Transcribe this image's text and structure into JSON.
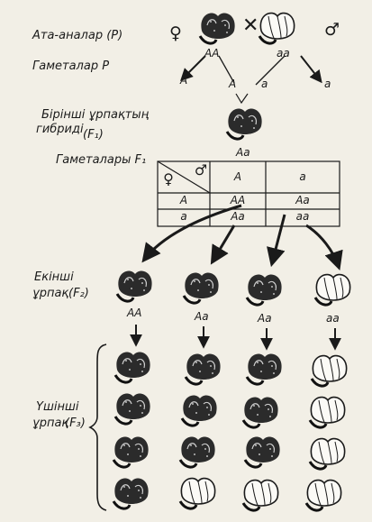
{
  "labels": {
    "parents": "Ата-аналар (Р)",
    "gametes_p": "Гаметалар Р",
    "f1_line1": "Бірінші ұрпақтың",
    "f1_line2": "гибриді",
    "f1_tag": "(F₁)",
    "gametes_f1": "Гаметалары F₁",
    "f2_line1": "Екінші",
    "f2_line2": "ұрпақ",
    "f2_tag": "(F₂)",
    "f3_line1": "Үшінші",
    "f3_line2": "ұрпақ",
    "f3_tag": "(F₃)"
  },
  "symbols": {
    "female": "♀",
    "male": "♂",
    "cross": "✕"
  },
  "parents": {
    "left_genotype": "АА",
    "right_genotype": "аа"
  },
  "gametes_p": {
    "left": "А",
    "mid_left": "А",
    "mid_right": "а",
    "right": "а"
  },
  "f1": {
    "genotype": "Аа"
  },
  "punnett": {
    "header_female": "♀",
    "header_male": "♂",
    "col_headers": [
      "А",
      "а"
    ],
    "row_headers": [
      "А",
      "а"
    ],
    "cells": [
      [
        "АА",
        "Аа"
      ],
      [
        "Аа",
        "аа"
      ]
    ]
  },
  "f2": {
    "genotypes": [
      "АА",
      "Аа",
      "Аа",
      "аа"
    ]
  }
}
